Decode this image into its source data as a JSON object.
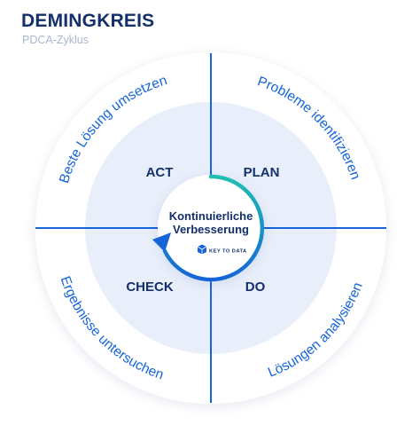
{
  "header": {
    "title": "DEMINGKREIS",
    "subtitle": "PDCA-Zyklus"
  },
  "phases": {
    "act": "ACT",
    "plan": "PLAN",
    "check": "CHECK",
    "do": "DO"
  },
  "outer_labels": {
    "act": "Beste Lösung umsetzen",
    "plan": "Probleme identifizieren",
    "check": "Ergebnisse untersuchen",
    "do": "Lösungen analysieren"
  },
  "center": {
    "line1": "Kontinuierliche",
    "line2": "Verbesserung",
    "logo_text": "KEY TO DATA"
  },
  "colors": {
    "navy": "#13306b",
    "blue": "#1565d8",
    "teal": "#1fbfb3",
    "inner_fill": "#e8effb"
  }
}
